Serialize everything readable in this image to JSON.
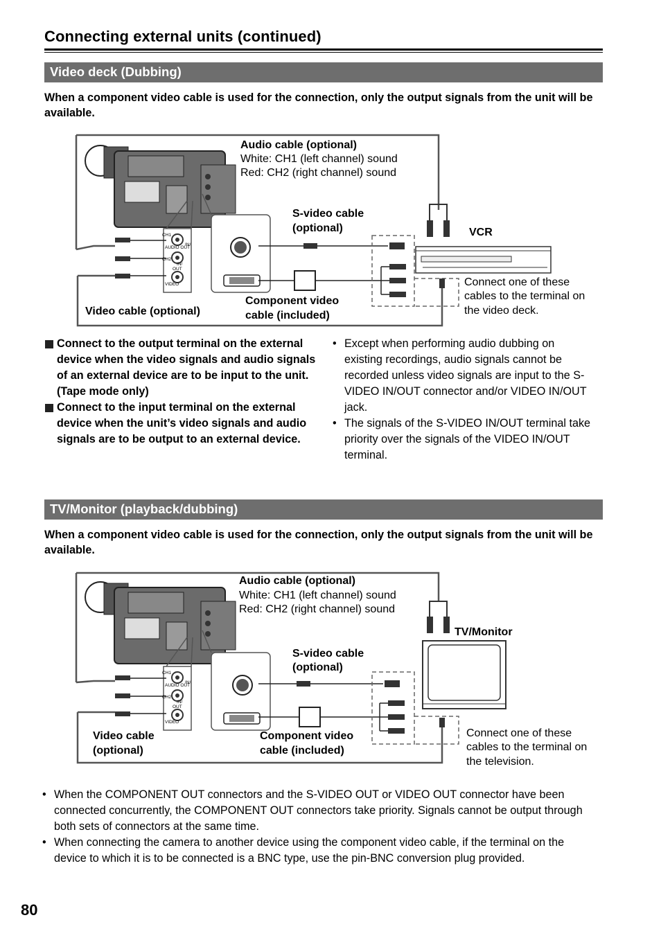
{
  "header": {
    "title": "Connecting external units (continued)"
  },
  "section1": {
    "heading": "Video deck (Dubbing)",
    "lead": "When a component video cable is used for the connection, only the output signals from the unit will be available.",
    "diagram": {
      "audio_cable": "Audio cable (optional)",
      "white_ch1": "White: CH1 (left channel) sound",
      "red_ch2": "Red: CH2 (right channel) sound",
      "svideo_cable_l1": "S-video cable",
      "svideo_cable_l2": "(optional)",
      "device": "VCR",
      "note_l1": "Connect one of these",
      "note_l2": "cables to the terminal on",
      "note_l3": "the video deck.",
      "video_cable": "Video cable (optional)",
      "component_l1": "Component video",
      "component_l2": "cable (included)",
      "jack_ch1": "CH1",
      "jack_audio_out": "AUDIO OUT",
      "jack_in": "IN/",
      "jack_ch2": "CH2",
      "jack_in2": "IN/",
      "jack_out": "OUT",
      "jack_video": "VIDEO"
    },
    "square_items": [
      "Connect to the output terminal on the external device when the video signals and audio signals of an external device are to be input to the unit. (Tape mode only)",
      "Connect to the input terminal on the external device when the unit’s video signals and audio signals are to be output to an external device."
    ],
    "bullets": [
      "Except when performing audio dubbing on existing recordings, audio signals cannot be recorded unless video signals are input to the S-VIDEO IN/OUT connector and/or VIDEO IN/OUT jack.",
      "The signals of the S-VIDEO IN/OUT terminal take priority over the signals of the VIDEO IN/OUT terminal."
    ]
  },
  "section2": {
    "heading": "TV/Monitor (playback/dubbing)",
    "lead": "When a component video cable is used for the connection, only the output signals from the unit will be available.",
    "diagram": {
      "audio_cable": "Audio cable (optional)",
      "white_ch1": "White: CH1 (left channel) sound",
      "red_ch2": "Red: CH2 (right channel) sound",
      "device": "TV/Monitor",
      "svideo_cable_l1": "S-video cable",
      "svideo_cable_l2": "(optional)",
      "video_cable_l1": "Video cable",
      "video_cable_l2": "(optional)",
      "component_l1": "Component video",
      "component_l2": "cable (included)",
      "note_l1": "Connect one of these",
      "note_l2": "cables to the terminal on",
      "note_l3": "the television.",
      "jack_ch1": "CH1",
      "jack_audio_out": "AUDIO OUT",
      "jack_in": "IN/",
      "jack_ch2": "CH2",
      "jack_in2": "IN/",
      "jack_out": "OUT",
      "jack_video": "VIDEO"
    },
    "bullets": [
      "When the COMPONENT OUT connectors and the S-VIDEO OUT or VIDEO OUT connector have been connected concurrently, the COMPONENT OUT connectors take priority. Signals cannot be output through both sets of connectors at the same time.",
      "When connecting the camera to another device using the component video cable, if the terminal on the device to which it is to be connected is a BNC type, use the pin-BNC conversion plug provided."
    ]
  },
  "footer": {
    "page_number": "80"
  }
}
